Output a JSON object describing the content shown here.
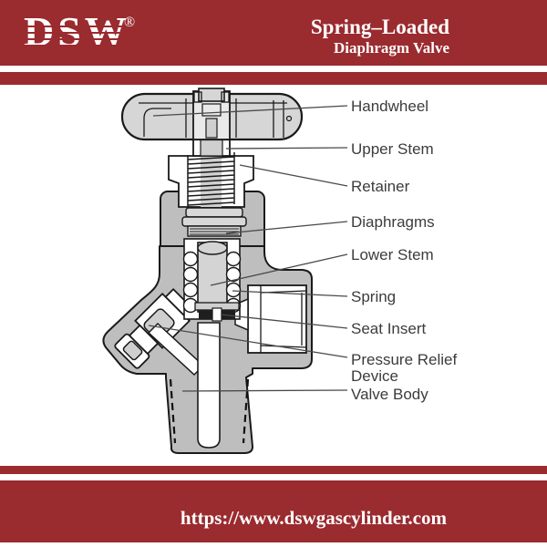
{
  "header": {
    "logo_text": "DSW",
    "registered_mark": "®",
    "title_line1": "Spring–Loaded",
    "title_line2": "Diaphragm Valve"
  },
  "footer": {
    "url": "https://www.dswgascylinder.com"
  },
  "colors": {
    "brand_red": "#9A2B2F",
    "diagram_gray": "#BEBEBE",
    "diagram_light_gray": "#D6D6D6",
    "label_text": "#3C3C3C"
  },
  "diagram": {
    "type": "labeled-cross-section",
    "labels": [
      {
        "text": "Handwheel"
      },
      {
        "text": "Upper Stem"
      },
      {
        "text": "Retainer"
      },
      {
        "text": "Diaphragms"
      },
      {
        "text": "Lower Stem"
      },
      {
        "text": "Spring"
      },
      {
        "text": "Seat Insert"
      },
      {
        "text": "Pressure Relief\nDevice"
      },
      {
        "text": "Valve Body"
      }
    ]
  }
}
